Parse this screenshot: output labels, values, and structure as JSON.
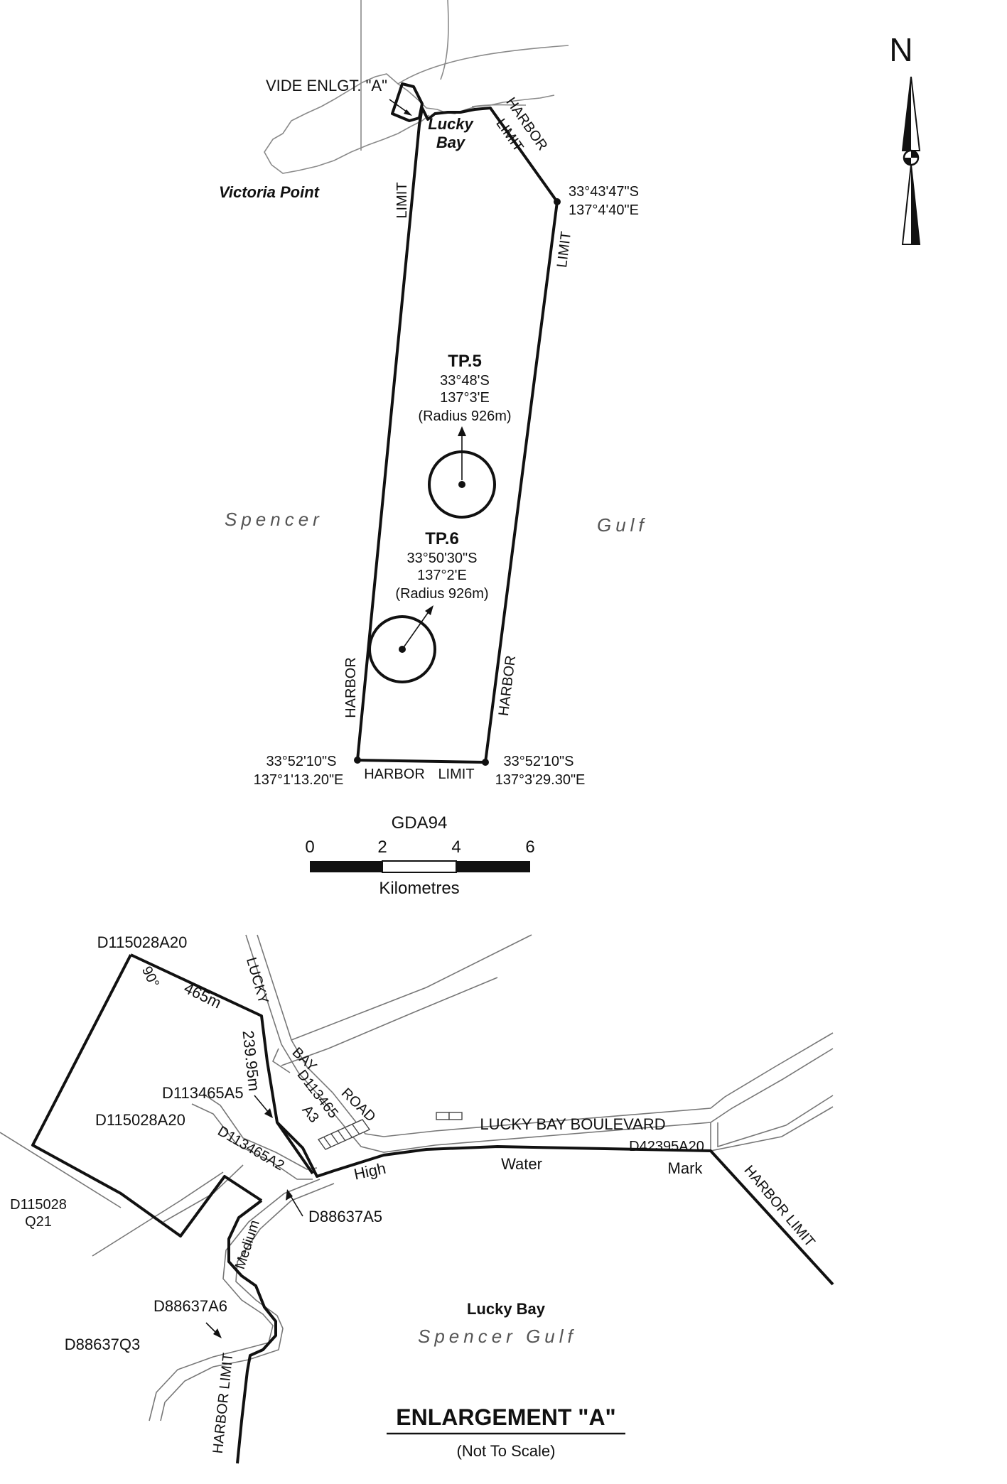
{
  "north": {
    "label": "N"
  },
  "overview": {
    "vide_label": "VIDE ENLGT. \"A\"",
    "lucky_bay_line1": "Lucky",
    "lucky_bay_line2": "Bay",
    "victoria_point": "Victoria Point",
    "limit_left": "LIMIT",
    "harbor_limit_top_1": "HARBOR",
    "harbor_limit_top_2": "LIMIT",
    "limit_right": "LIMIT",
    "harbor_left": "HARBOR",
    "harbor_right": "HARBOR",
    "harbor_bottom": "HARBOR",
    "limit_bottom": "LIMIT",
    "coord_ne_lat": "33°43'47\"S",
    "coord_ne_lon": "137°4'40\"E",
    "coord_sw_lat": "33°52'10\"S",
    "coord_sw_lon": "137°1'13.20\"E",
    "coord_se_lat": "33°52'10\"S",
    "coord_se_lon": "137°3'29.30\"E",
    "tp5": {
      "name": "TP.5",
      "lat": "33°48'S",
      "lon": "137°3'E",
      "radius": "(Radius 926m)"
    },
    "tp6": {
      "name": "TP.6",
      "lat": "33°50'30\"S",
      "lon": "137°2'E",
      "radius": "(Radius 926m)"
    },
    "spencer": "Spencer",
    "gulf": "Gulf"
  },
  "scale": {
    "datum": "GDA94",
    "ticks": [
      "0",
      "2",
      "4",
      "6"
    ],
    "unit": "Kilometres"
  },
  "enlargement": {
    "d115028a20_top": "D115028A20",
    "angle": "90°",
    "dim_465": "465m",
    "dim_239": "239.95m",
    "lucky": "LUCKY",
    "bay": "BAY",
    "road": "ROAD",
    "d113465a5": "D113465A5",
    "d115028a20_mid": "D115028A20",
    "d113465a3_1": "D113465",
    "d113465a3_2": "A3",
    "d113465a2": "D113465A2",
    "lucky_bay_boulevard": "LUCKY BAY BOULEVARD",
    "d42395a20": "D42395A20",
    "high": "High",
    "water": "Water",
    "mark": "Mark",
    "harbor_limit": "HARBOR LIMIT",
    "d115028q21_1": "D115028",
    "d115028q21_2": "Q21",
    "d88637a5": "D88637A5",
    "medium": "Medium",
    "d88637a6": "D88637A6",
    "d88637q3": "D88637Q3",
    "lucky_bay": "Lucky Bay",
    "spencer_gulf": "Spencer   Gulf",
    "harbor_limit_bottom": "HARBOR   LIMIT",
    "title": "ENLARGEMENT \"A\"",
    "subtitle": "(Not To Scale)"
  }
}
